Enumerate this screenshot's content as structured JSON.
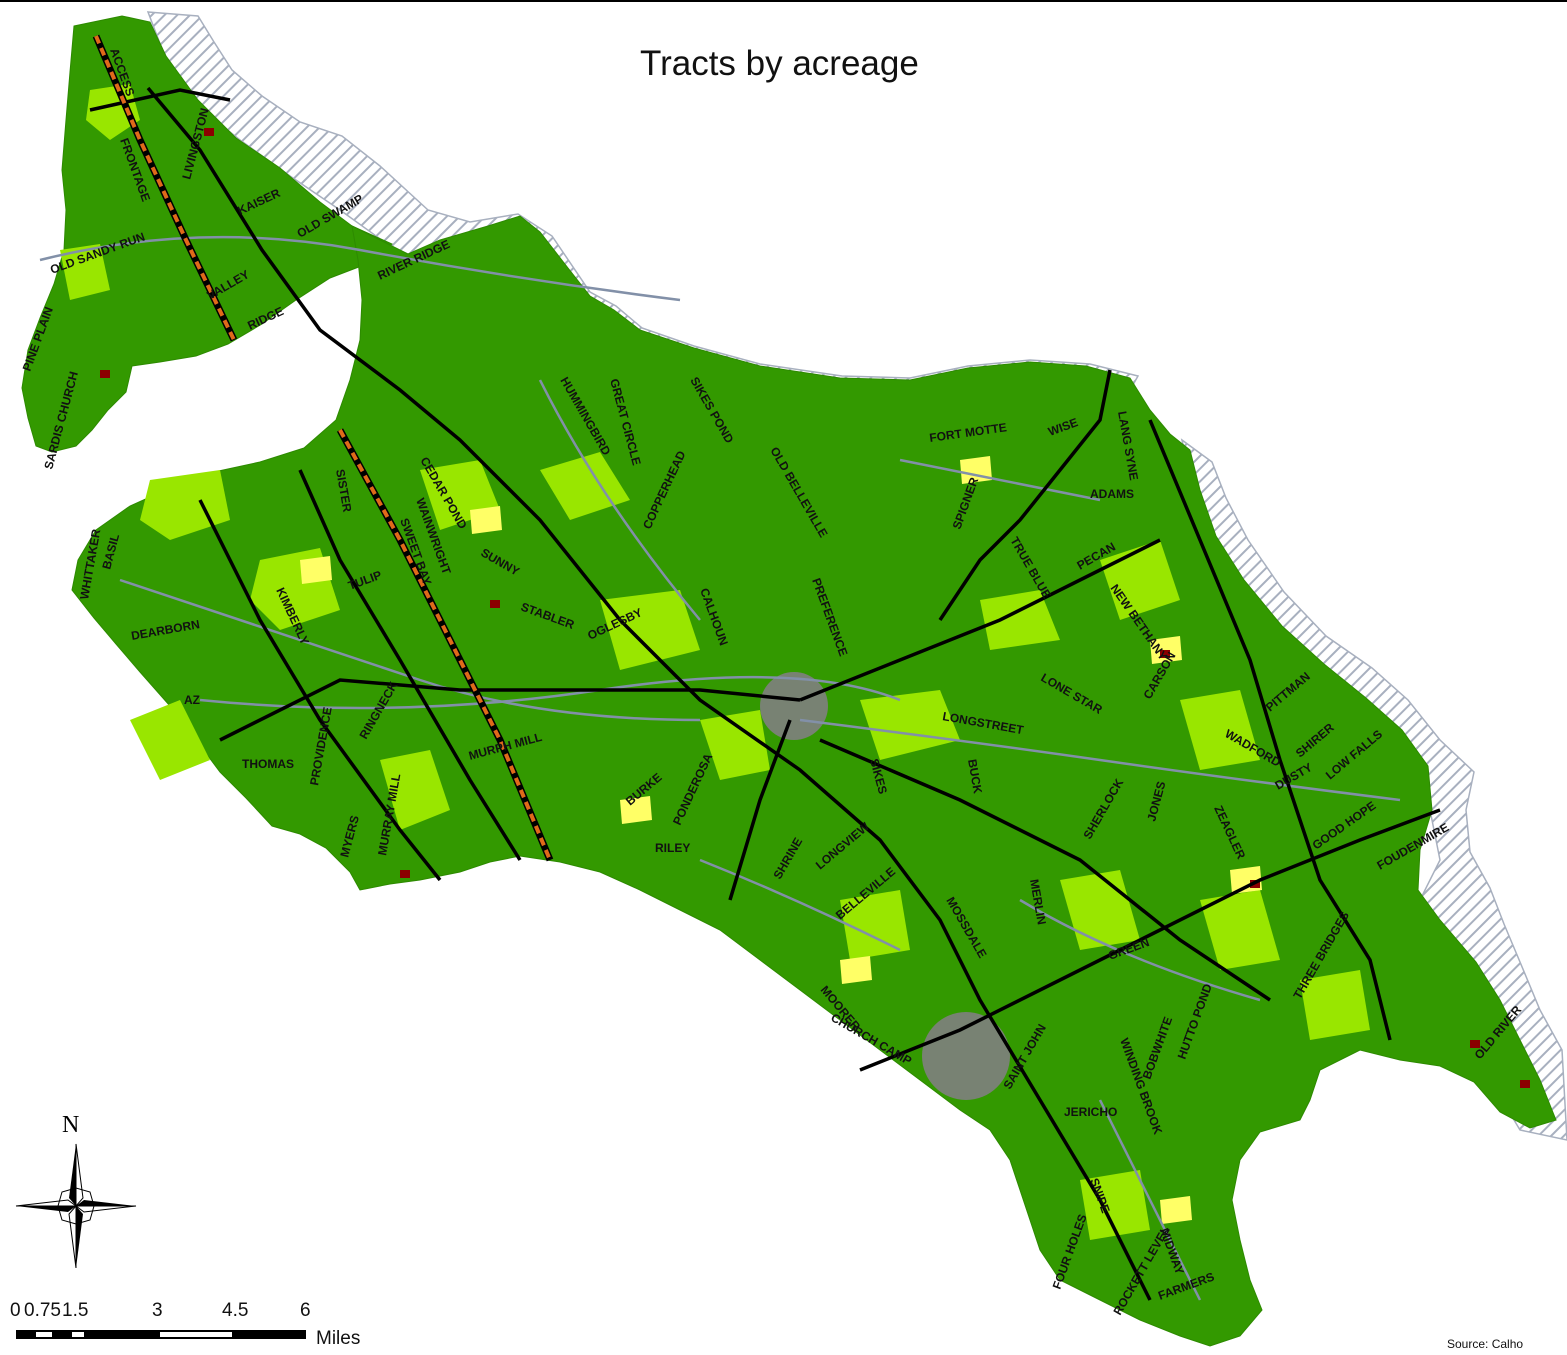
{
  "title": "Tracts by acreage",
  "north_label": "N",
  "scale": {
    "ticks": [
      "0",
      "0.75",
      "1.5",
      "3",
      "4.5",
      "6"
    ],
    "units": "Miles"
  },
  "source": "Source: Calho",
  "colors": {
    "tract_large": "#339900",
    "tract_medium": "#99e600",
    "tract_small": "#ffff66",
    "tract_smaller": "#ffcc33",
    "tract_tiny": "#e68a00",
    "tract_smallest": "#8b0000",
    "water_hatch": "#a8b0bf",
    "roads_secondary": "#8290a8",
    "roads_primary": "#000000",
    "railroad": "#e06a1a",
    "towns": "#808080"
  },
  "road_labels": [
    "ACCESS",
    "FRONTAGE",
    "LIVINGSTON",
    "KAISER",
    "OLD SWAMP",
    "RIVER RIDGE",
    "OLD SANDY RUN",
    "PINE PLAIN",
    "SARDIS CHURCH",
    "VALLEY",
    "RIDGE",
    "HUMMINGBIRD",
    "GREAT CIRCLE",
    "SIKES POND",
    "OLD BELLEVILLE",
    "FORT MOTTE",
    "WISE",
    "LANG SYNE",
    "ADAMS",
    "SPIGNER",
    "PECAN",
    "NEW BETHANY",
    "TRUE BLUE",
    "COPPERHEAD",
    "CALHOUN",
    "PREFERENCE",
    "SUNNY",
    "STABLER",
    "OGLESBY",
    "WHITTAKER",
    "BASIL",
    "KIMBERLY",
    "DEARBORN",
    "SISTER",
    "SWEET BAY",
    "WAINWRIGHT",
    "CEDAR POND",
    "TULIP",
    "AZ",
    "THOMAS",
    "PROVIDENCE",
    "RINGNECK",
    "MURPH MILL",
    "MYERS",
    "MURRAY MILL",
    "LONE STAR",
    "LONGSTREET",
    "BUCK",
    "CARSON",
    "WADFORD",
    "PITTMAN",
    "SHIRER",
    "DUSTY",
    "LOW FALLS",
    "SHERLOCK",
    "JONES",
    "ZEAGLER",
    "SIKES",
    "RILEY",
    "BURKE",
    "PONDEROSA",
    "SHRINE",
    "LONGVIEW",
    "BELLEVILLE",
    "MOSSDALE",
    "MERLIN",
    "MOORER",
    "CHURCH CAMP",
    "SAINT JOHN",
    "JERICHO",
    "WINDING BROOK",
    "BOBWHITE",
    "HUTTO POND",
    "THREE BRIDGES",
    "GOOD HOPE",
    "FOUDENMIRE",
    "MIDWAY",
    "SNIPE",
    "FOUR HOLES",
    "ROCKETT LEVEL",
    "FARMERS",
    "OLD RIVER",
    "GREEN"
  ]
}
